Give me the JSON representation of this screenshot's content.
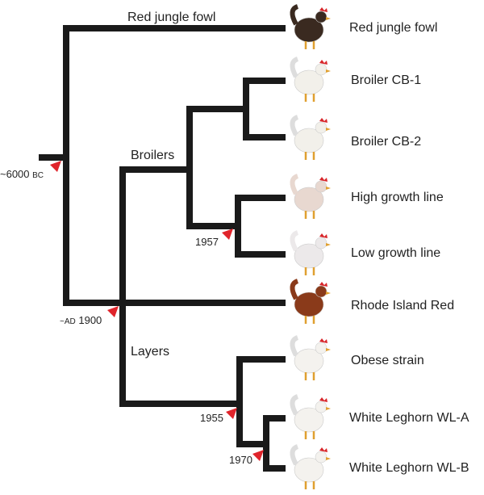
{
  "title_branch": "Red jungle fowl",
  "groups": {
    "broilers": "Broilers",
    "layers": "Layers"
  },
  "dates": {
    "root_num": "~6000",
    "root_era": "BC",
    "split_era": "~AD",
    "split_num": "1900",
    "broiler_lines": "1957",
    "layer_split": "1955",
    "leghorn_split": "1970"
  },
  "taxa": [
    {
      "label": "Red jungle fowl",
      "color": "#3a2a20"
    },
    {
      "label": "Broiler CB-1",
      "color": "#f2f0ea"
    },
    {
      "label": "Broiler CB-2",
      "color": "#f2f0ea"
    },
    {
      "label": "High growth line",
      "color": "#e8d8d0"
    },
    {
      "label": "Low growth line",
      "color": "#ece9ea"
    },
    {
      "label": "Rhode Island Red",
      "color": "#8a3a1a"
    },
    {
      "label": "Obese strain",
      "color": "#f4f2ee"
    },
    {
      "label": "White Leghorn WL-A",
      "color": "#f4f2ee"
    },
    {
      "label": "White Leghorn WL-B",
      "color": "#f4f2ee"
    }
  ],
  "marker_color": "#e0242b"
}
